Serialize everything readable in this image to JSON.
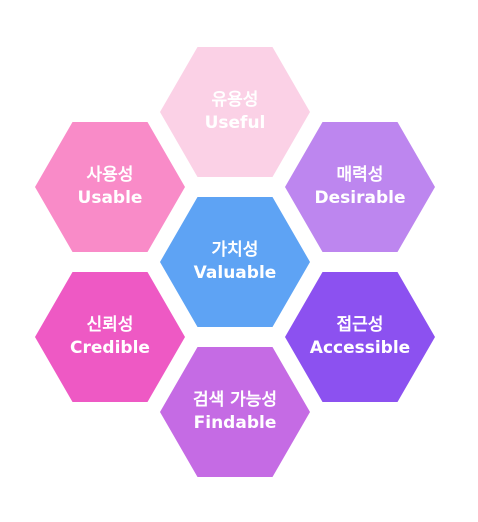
{
  "hexagons": {
    "useful": {
      "ko": "유용성",
      "en": "Useful",
      "color": "#fbd1e6"
    },
    "usable": {
      "ko": "사용성",
      "en": "Usable",
      "color": "#f98bc8"
    },
    "desirable": {
      "ko": "매력성",
      "en": "Desirable",
      "color": "#bd86ef"
    },
    "valuable": {
      "ko": "가치성",
      "en": "Valuable",
      "color": "#5ea3f4"
    },
    "credible": {
      "ko": "신뢰성",
      "en": "Credible",
      "color": "#ee59c4"
    },
    "accessible": {
      "ko": "접근성",
      "en": "Accessible",
      "color": "#8c51f0"
    },
    "findable": {
      "ko": "검색 가능성",
      "en": "Findable",
      "color": "#c56be4"
    }
  }
}
